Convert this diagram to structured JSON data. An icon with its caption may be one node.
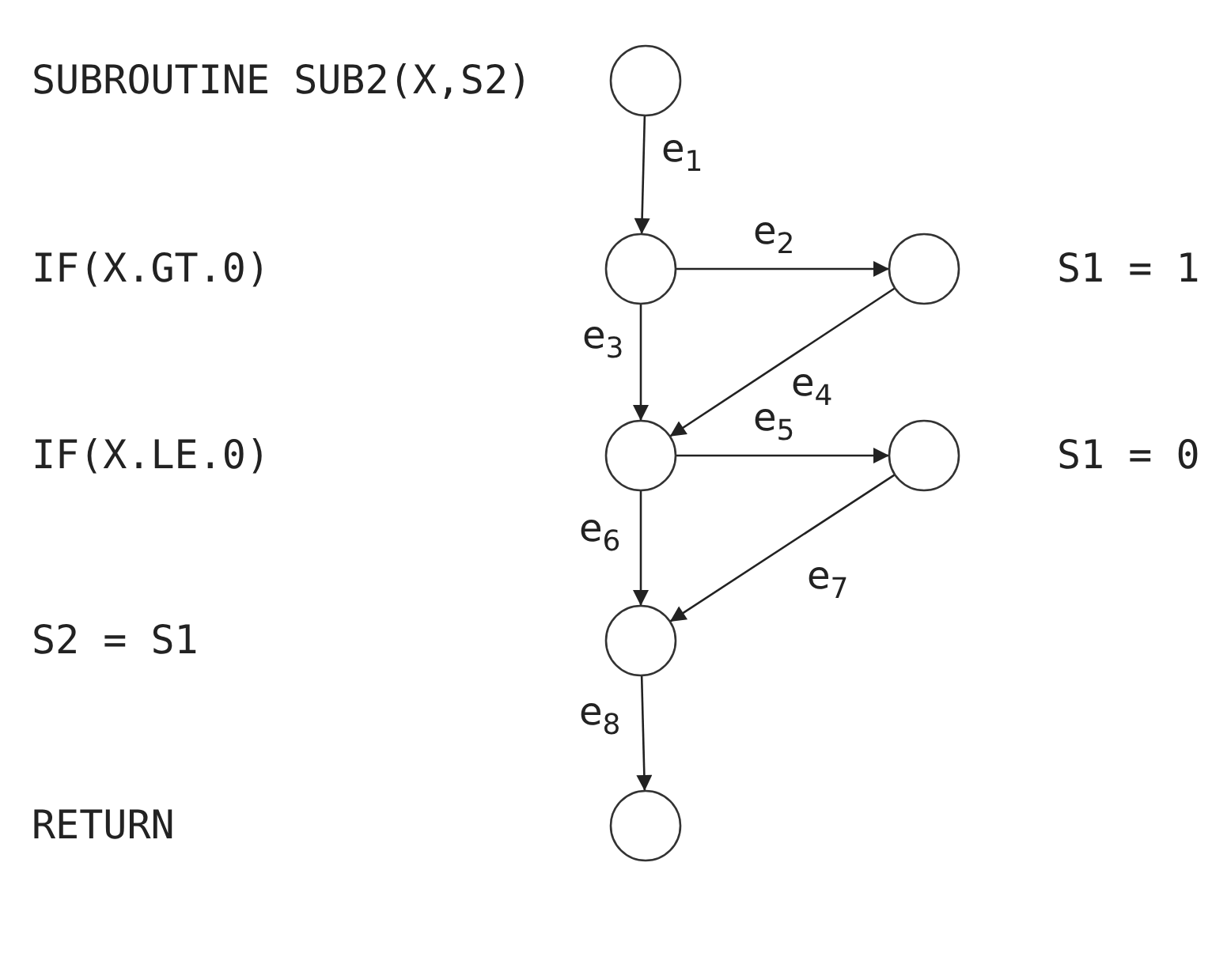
{
  "diagram": {
    "nodes": [
      {
        "text": [],
        "shape": "circle",
        "beside": [
          "SUBROUTINE SUB2(X,S2)"
        ]
      },
      {
        "text": [],
        "shape": "circle"
      },
      {
        "text": [],
        "shape": "circle",
        "beside": [
          "S1 = 1"
        ]
      },
      {
        "text": [],
        "shape": "circle"
      },
      {
        "text": [],
        "shape": "circle",
        "beside": [
          "S1 = 0"
        ]
      },
      {
        "text": [],
        "shape": "circle"
      },
      {
        "text": [],
        "shape": "circle"
      }
    ],
    "labels": [
      "IF(X.GT.0)",
      "IF(X.LE.0)",
      "S2 = S1",
      "RETURN"
    ],
    "edges": [
      {
        "from": 0,
        "to": 1,
        "arrow": "to",
        "label": "e$_{1}$"
      },
      {
        "from": 1,
        "to": 2,
        "arrow": "to",
        "label": "e$_{2}$"
      },
      {
        "from": 1,
        "to": 3,
        "arrow": "to",
        "label": "e$_{3}$"
      },
      {
        "from": 2,
        "to": 3,
        "arrow": "to",
        "label": "e$_{4}$"
      },
      {
        "from": 3,
        "to": 4,
        "arrow": "to",
        "label": "e$_{5}$"
      },
      {
        "from": 3,
        "to": 5,
        "arrow": "to",
        "label": "e$_{6}$"
      },
      {
        "from": 4,
        "to": 5,
        "arrow": "to",
        "label": "e$_{7}$"
      },
      {
        "from": 5,
        "to": 6,
        "arrow": "to",
        "label": "e$_{8}$"
      }
    ]
  }
}
